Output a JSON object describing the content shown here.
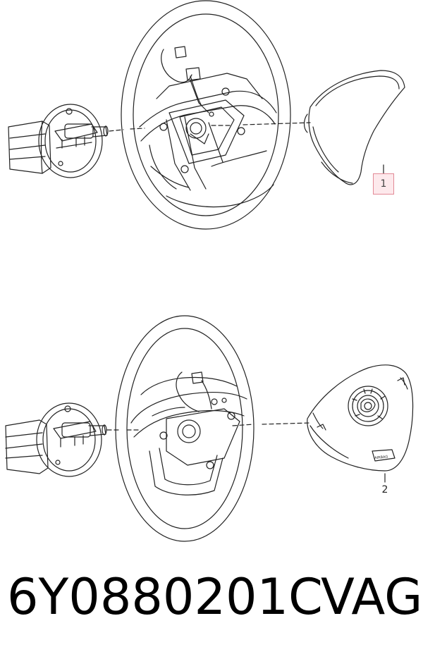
{
  "diagram": {
    "callouts": [
      {
        "label": "1"
      },
      {
        "label": "2"
      }
    ],
    "airbag_badge_text": "AIRBAG"
  },
  "footer": {
    "part_number": "6Y0880201C",
    "brand": "VAG"
  },
  "colors": {
    "line": "#222222",
    "callout_border": "#e28a96",
    "callout_fill": "#fde9ec",
    "background": "#ffffff"
  }
}
